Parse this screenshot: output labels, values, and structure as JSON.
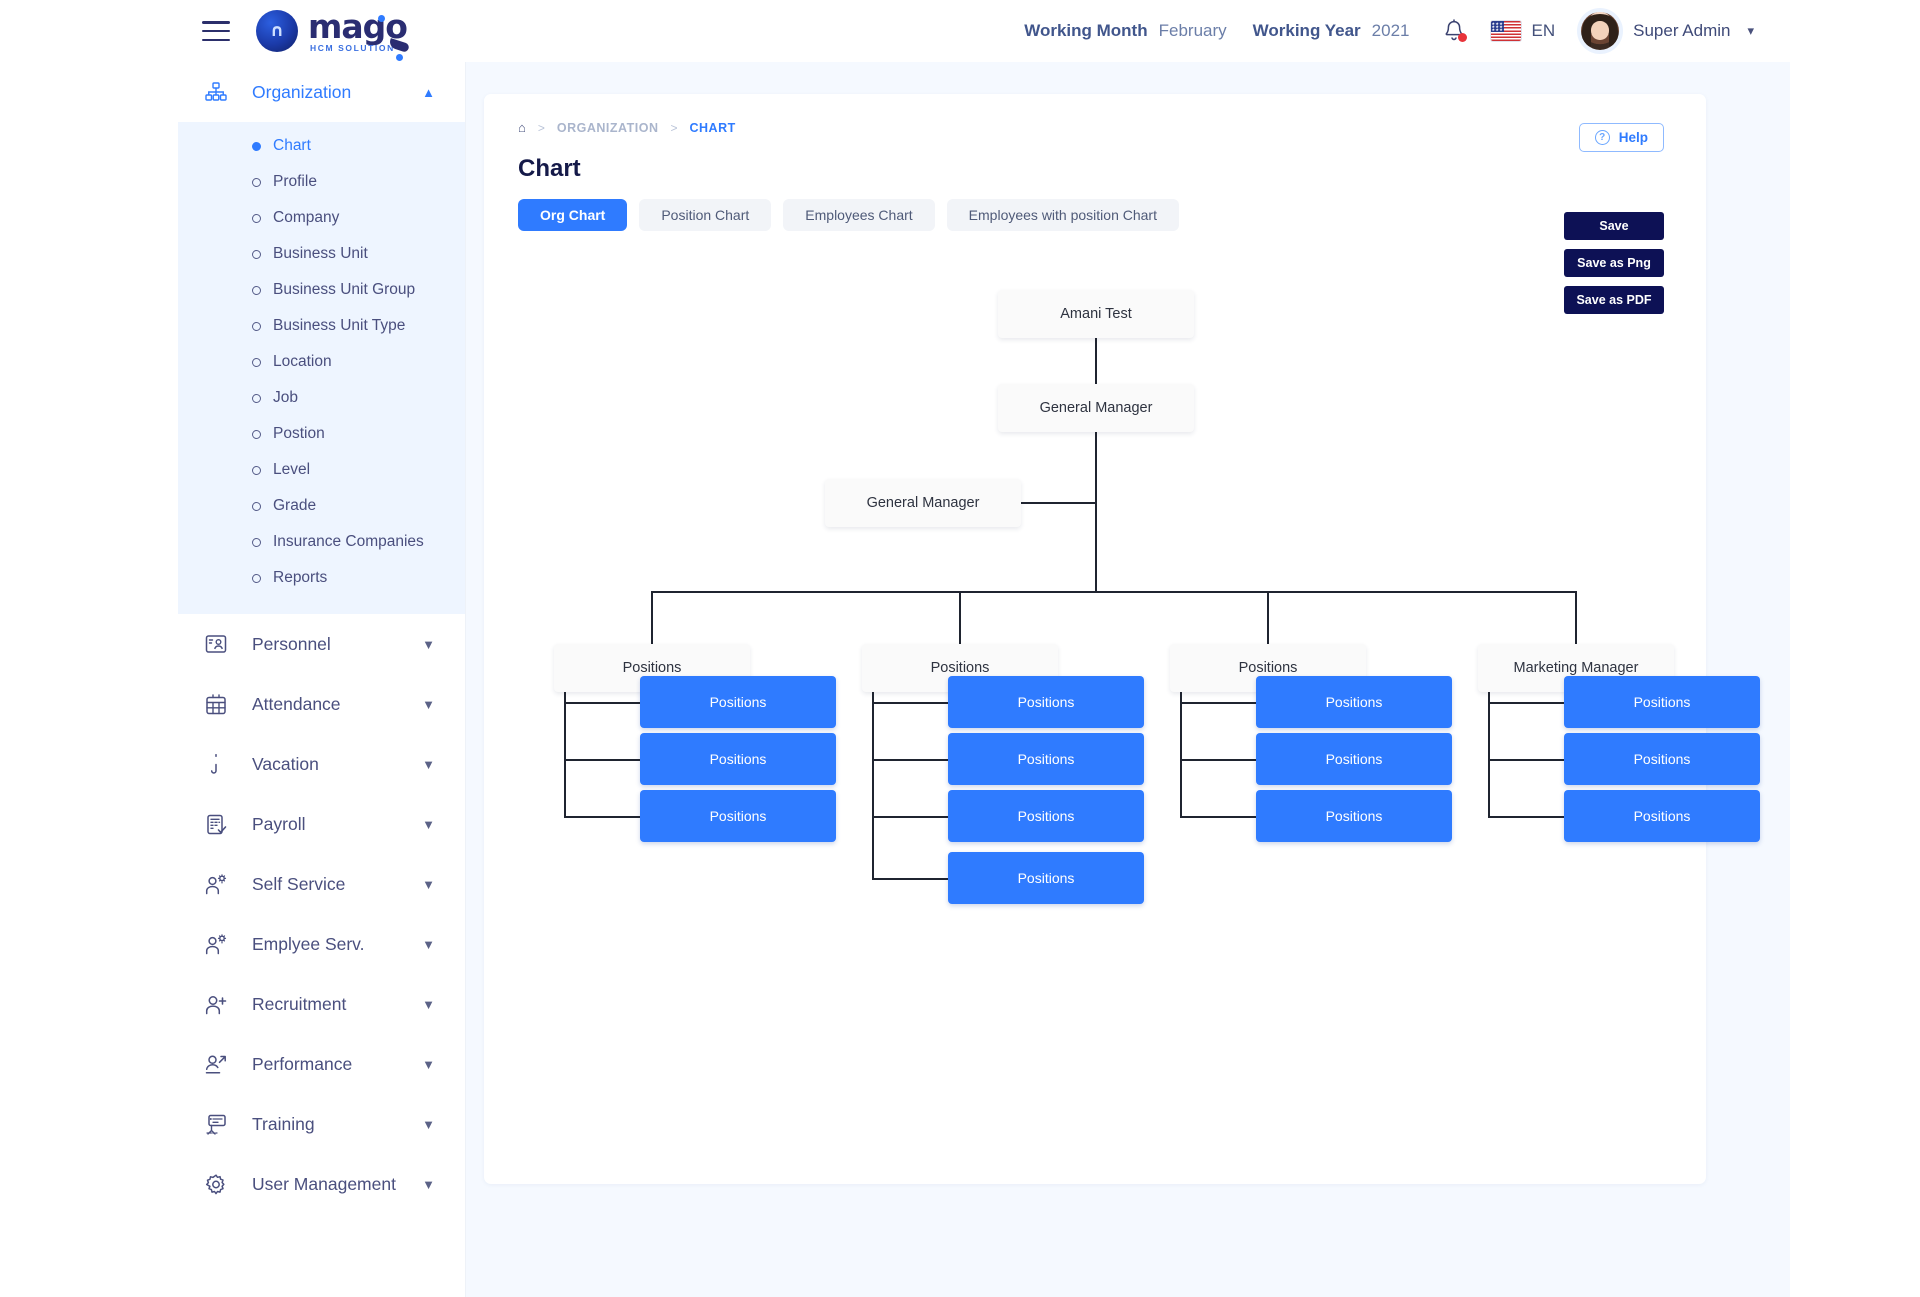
{
  "header": {
    "menu_icon": "hamburger-icon",
    "brand_word": "mago",
    "brand_sub": "HCM SOLUTION",
    "working_month_label": "Working Month",
    "working_month_value": "February",
    "working_year_label": "Working Year",
    "working_year_value": "2021",
    "notification_icon": "bell-icon",
    "flag_icon": "us-flag-icon",
    "language": "EN",
    "user_name": "Super Admin",
    "user_caret": "chevron-down-icon"
  },
  "sidebar": {
    "groups": [
      {
        "label": "Organization",
        "icon": "org-tree-icon",
        "expanded": true,
        "active": true,
        "items": [
          {
            "label": "Chart",
            "active": true
          },
          {
            "label": "Profile",
            "active": false
          },
          {
            "label": "Company",
            "active": false
          },
          {
            "label": "Business Unit",
            "active": false
          },
          {
            "label": "Business Unit Group",
            "active": false
          },
          {
            "label": "Business Unit Type",
            "active": false
          },
          {
            "label": "Location",
            "active": false
          },
          {
            "label": "Job",
            "active": false
          },
          {
            "label": "Postion",
            "active": false
          },
          {
            "label": "Level",
            "active": false
          },
          {
            "label": "Grade",
            "active": false
          },
          {
            "label": "Insurance Companies",
            "active": false
          },
          {
            "label": "Reports",
            "active": false
          }
        ]
      },
      {
        "label": "Personnel",
        "icon": "id-card-icon",
        "expanded": false,
        "active": false,
        "items": []
      },
      {
        "label": "Attendance",
        "icon": "calendar-icon",
        "expanded": false,
        "active": false,
        "items": []
      },
      {
        "label": "Vacation",
        "icon": "umbrella-icon",
        "expanded": false,
        "active": false,
        "items": []
      },
      {
        "label": "Payroll",
        "icon": "payroll-doc-icon",
        "expanded": false,
        "active": false,
        "items": []
      },
      {
        "label": "Self Service",
        "icon": "person-gear-icon",
        "expanded": false,
        "active": false,
        "items": []
      },
      {
        "label": "Emplyee Serv.",
        "icon": "person-gear-icon",
        "expanded": false,
        "active": false,
        "items": []
      },
      {
        "label": "Recruitment",
        "icon": "person-plus-icon",
        "expanded": false,
        "active": false,
        "items": []
      },
      {
        "label": "Performance",
        "icon": "person-arrow-icon",
        "expanded": false,
        "active": false,
        "items": []
      },
      {
        "label": "Training",
        "icon": "presentation-icon",
        "expanded": false,
        "active": false,
        "items": []
      },
      {
        "label": "User  Management",
        "icon": "gear-icon",
        "expanded": false,
        "active": false,
        "items": []
      }
    ]
  },
  "breadcrumb": {
    "home_icon": "home-icon",
    "sep": ">",
    "items": [
      {
        "label": "ORGANIZATION",
        "current": false
      },
      {
        "label": "CHART",
        "current": true
      }
    ]
  },
  "page": {
    "title": "Chart",
    "help_label": "Help",
    "help_icon": "question-circle-icon"
  },
  "tabs": [
    {
      "label": "Org Chart",
      "active": true
    },
    {
      "label": "Position Chart",
      "active": false
    },
    {
      "label": "Employees Chart",
      "active": false
    },
    {
      "label": "Employees with position Chart",
      "active": false
    }
  ],
  "actions": [
    {
      "label": "Save"
    },
    {
      "label": "Save as Png"
    },
    {
      "label": "Save as PDF"
    }
  ],
  "chart_data": {
    "type": "org-chart",
    "title": "Org Chart",
    "colors": {
      "node_bg": "#fafafa",
      "node_text": "#3b3f73",
      "leaf_bg": "#2f7bff",
      "leaf_text": "#ffffff",
      "connector": "#1f2430"
    },
    "nodes": [
      {
        "id": "n1",
        "label": "Amani Test",
        "level": 0,
        "style": "light"
      },
      {
        "id": "n2",
        "label": "General Manager",
        "level": 1,
        "style": "light",
        "parent": "n1"
      },
      {
        "id": "n3",
        "label": "General Manager",
        "level": 2,
        "style": "light",
        "parent": "n2",
        "side": "left"
      },
      {
        "id": "n4",
        "label": "Positions",
        "level": 3,
        "style": "light",
        "parent": "n2",
        "column": 1
      },
      {
        "id": "n5",
        "label": "Positions",
        "level": 3,
        "style": "light",
        "parent": "n2",
        "column": 2
      },
      {
        "id": "n6",
        "label": "Positions",
        "level": 3,
        "style": "light",
        "parent": "n2",
        "column": 3
      },
      {
        "id": "n7",
        "label": "Marketing Manager",
        "level": 3,
        "style": "light",
        "parent": "n2",
        "column": 4
      },
      {
        "id": "c1a",
        "label": "Positions",
        "level": 4,
        "style": "blue",
        "parent": "n4"
      },
      {
        "id": "c1b",
        "label": "Positions",
        "level": 4,
        "style": "blue",
        "parent": "n4"
      },
      {
        "id": "c1c",
        "label": "Positions",
        "level": 4,
        "style": "blue",
        "parent": "n4"
      },
      {
        "id": "c2a",
        "label": "Positions",
        "level": 4,
        "style": "blue",
        "parent": "n5"
      },
      {
        "id": "c2b",
        "label": "Positions",
        "level": 4,
        "style": "blue",
        "parent": "n5"
      },
      {
        "id": "c2c",
        "label": "Positions",
        "level": 4,
        "style": "blue",
        "parent": "n5"
      },
      {
        "id": "c2d",
        "label": "Positions",
        "level": 4,
        "style": "blue",
        "parent": "n5"
      },
      {
        "id": "c3a",
        "label": "Positions",
        "level": 4,
        "style": "blue",
        "parent": "n6"
      },
      {
        "id": "c3b",
        "label": "Positions",
        "level": 4,
        "style": "blue",
        "parent": "n6"
      },
      {
        "id": "c3c",
        "label": "Positions",
        "level": 4,
        "style": "blue",
        "parent": "n6"
      },
      {
        "id": "c4a",
        "label": "Positions",
        "level": 4,
        "style": "blue",
        "parent": "n7"
      },
      {
        "id": "c4b",
        "label": "Positions",
        "level": 4,
        "style": "blue",
        "parent": "n7"
      },
      {
        "id": "c4c",
        "label": "Positions",
        "level": 4,
        "style": "blue",
        "parent": "n7"
      }
    ]
  }
}
